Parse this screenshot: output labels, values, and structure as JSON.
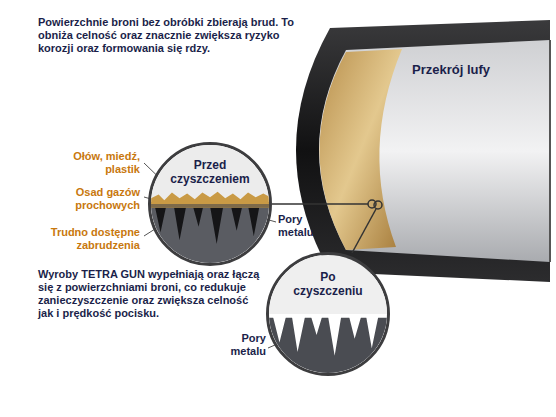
{
  "diagram": {
    "nodes": [
      {
        "text": [
          "Przed czyszczeniem"
        ]
      },
      {
        "text": [
          "Po czyszczeniu"
        ]
      }
    ],
    "labels": [
      "Powierzchnie broni bez obróbki zbierają brud. To obniża celność oraz znacznie zwiększa ryzyko korozji oraz formowania się rdzy.",
      "Przekrój lufy",
      "Ołów, miedź, plastik",
      "Osad gazów prochowych",
      "Trudno dostępne zabrudzenia",
      "Pory metalu",
      "Wyroby TETRA GUN wypełniają oraz łączą się z powierzchniami broni, co redukuje zanieczyszczenie oraz zwiększa celność jak i prędkość pocisku.",
      "Pory metalu"
    ]
  }
}
